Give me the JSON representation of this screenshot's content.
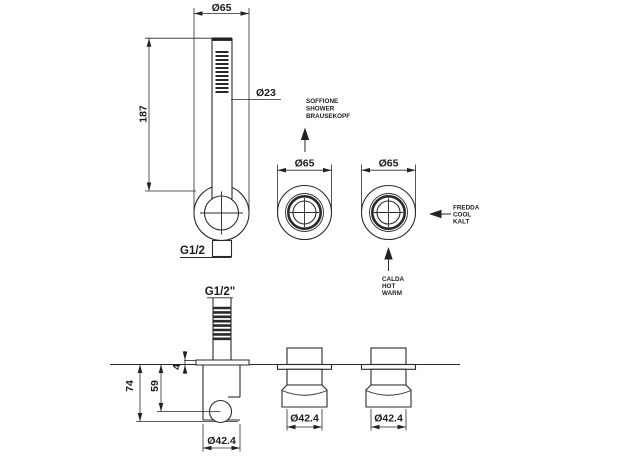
{
  "drawing": {
    "hand_shower": {
      "head_diameter": "Ø65",
      "length": "187",
      "handle_diameter": "Ø23",
      "holder_thread": "G1/2"
    },
    "valves": {
      "left_diameter": "Ø65",
      "right_diameter": "Ø65"
    },
    "callouts": {
      "shower": [
        "SOFFIONE",
        "SHOWER",
        "BRAUSEKOPF"
      ],
      "cold": [
        "FREDDA",
        "COOL",
        "KALT"
      ],
      "hot": [
        "CALDA",
        "HOT",
        "WARM"
      ]
    },
    "side_view": {
      "outlet_thread": "G1/2\"",
      "plate_thickness": "4",
      "total_depth": "74",
      "outlet_depth": "59",
      "holder_diameter": "Ø42.4",
      "left_valve_diameter": "Ø42.4",
      "right_valve_diameter": "Ø42.4"
    },
    "colors": {
      "line": "#2a2a2a",
      "background": "#ffffff"
    }
  }
}
